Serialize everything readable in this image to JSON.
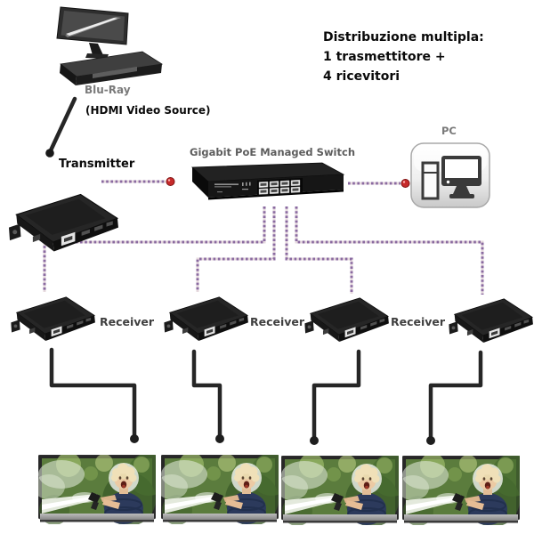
{
  "annotation": {
    "line1": "Distribuzione multipla:",
    "line2": "1 trasmettitore +",
    "line3": "4 ricevitori"
  },
  "labels": {
    "source_name": "Blu-Ray",
    "source_type": "(HDMI Video Source)",
    "transmitter": "Transmitter",
    "switch": "Gigabit PoE Managed Switch",
    "pc": "PC",
    "receivers": [
      "Receiver",
      "Receiver",
      "Receiver"
    ]
  },
  "colors": {
    "utp_cable_purple": "#8a6aa0",
    "utp_cable_light": "#e6d9de",
    "connector_red": "#c62a2a",
    "hdmi_cable_black": "#262626",
    "device_black": "#1a1a1a",
    "label_gray": "#7a7a7a",
    "text_black": "#0a0a0a"
  }
}
